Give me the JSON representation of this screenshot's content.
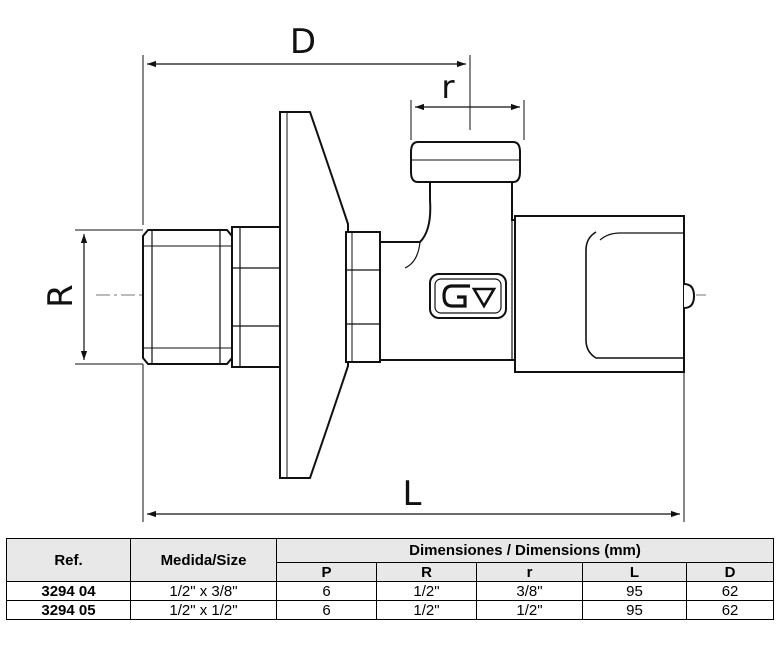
{
  "drawing": {
    "labels": {
      "D": "D",
      "r": "r",
      "R": "R",
      "L": "L"
    }
  },
  "table": {
    "header_ref": "Ref.",
    "header_size": "Medida/Size",
    "header_dims": "Dimensiones / Dimensions (mm)",
    "dim_cols": [
      "P",
      "R",
      "r",
      "L",
      "D"
    ],
    "rows": [
      {
        "ref": "3294 04",
        "size": "1/2\" x 3/8\"",
        "P": "6",
        "R": "1/2\"",
        "r": "3/8\"",
        "L": "95",
        "D": "62"
      },
      {
        "ref": "3294 05",
        "size": "1/2\" x 1/2\"",
        "P": "6",
        "R": "1/2\"",
        "r": "1/2\"",
        "L": "95",
        "D": "62"
      }
    ]
  }
}
